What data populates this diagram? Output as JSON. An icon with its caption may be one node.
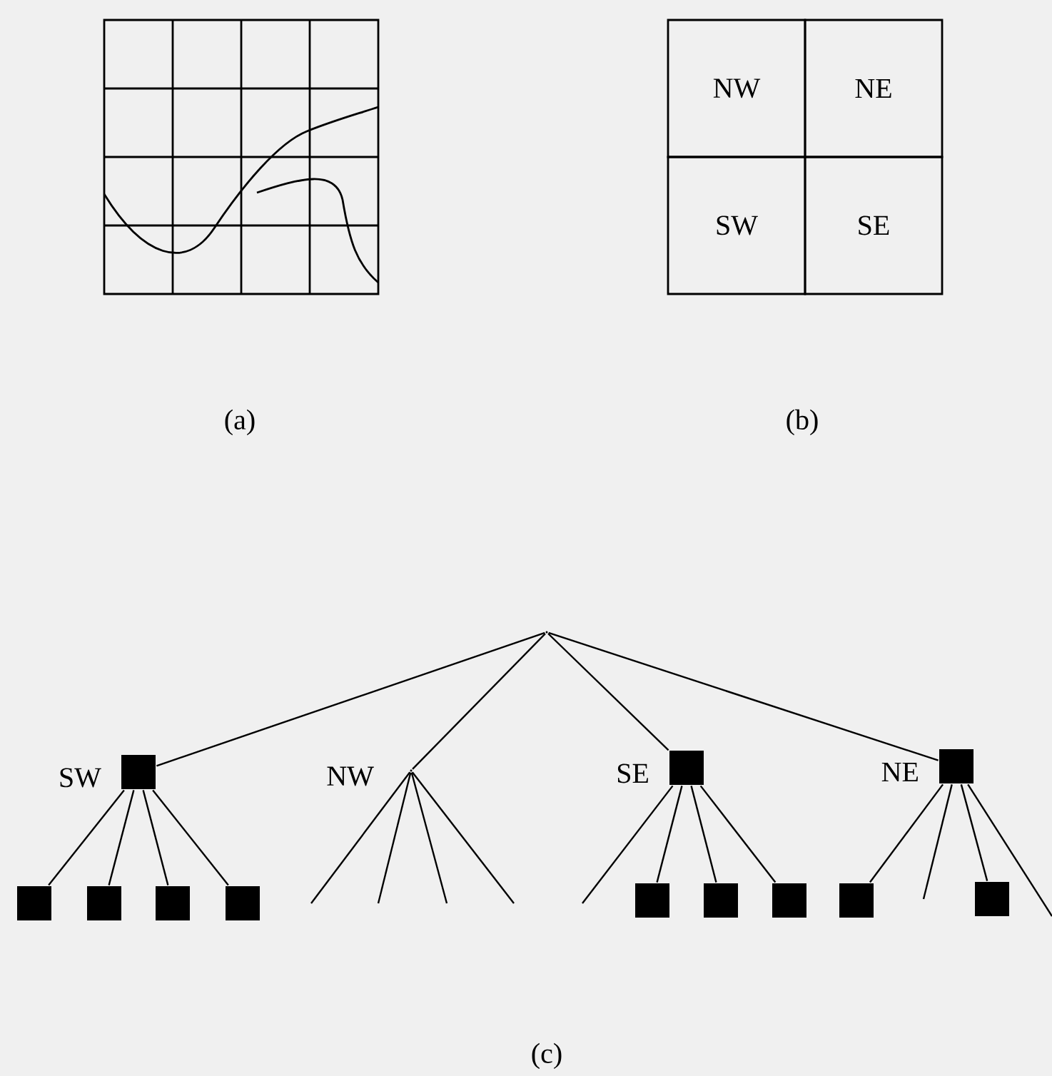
{
  "diagram": {
    "nodes": [
      {
        "text": [
          "NW"
        ]
      },
      {
        "text": [
          "NE"
        ]
      },
      {
        "text": [
          "SW"
        ]
      },
      {
        "text": [
          "SE"
        ]
      },
      {
        "text": [],
        "shape": "point"
      },
      {
        "text": [],
        "shape": "box",
        "beside": [
          "SW"
        ]
      },
      {
        "text": [],
        "shape": "point",
        "beside": [
          "NW"
        ]
      },
      {
        "text": [],
        "shape": "box",
        "beside": [
          "SE"
        ]
      },
      {
        "text": [],
        "shape": "box",
        "beside": [
          "NE"
        ]
      },
      {
        "text": [],
        "shape": "box"
      },
      {
        "text": [],
        "shape": "box"
      },
      {
        "text": [],
        "shape": "box"
      },
      {
        "text": [],
        "shape": "box"
      },
      {
        "text": [],
        "shape": "box"
      },
      {
        "text": [],
        "shape": "box"
      },
      {
        "text": [],
        "shape": "box"
      },
      {
        "text": [],
        "shape": "box"
      },
      {
        "text": [],
        "shape": "box"
      }
    ],
    "edges": [
      {
        "from": 4,
        "to": 5,
        "arrow": "none"
      },
      {
        "from": 4,
        "to": 6,
        "arrow": "none"
      },
      {
        "from": 4,
        "to": 7,
        "arrow": "none"
      },
      {
        "from": 4,
        "to": 8,
        "arrow": "none"
      },
      {
        "from": 5,
        "to": 9,
        "arrow": "none"
      },
      {
        "from": 5,
        "to": 10,
        "arrow": "none"
      },
      {
        "from": 5,
        "to": 11,
        "arrow": "none"
      },
      {
        "from": 5,
        "to": 12,
        "arrow": "none"
      },
      {
        "from": 6,
        "to": null,
        "arrow": "none"
      },
      {
        "from": 6,
        "to": null,
        "arrow": "none"
      },
      {
        "from": 6,
        "to": null,
        "arrow": "none"
      },
      {
        "from": 6,
        "to": null,
        "arrow": "none"
      },
      {
        "from": 7,
        "to": null,
        "arrow": "none"
      },
      {
        "from": 7,
        "to": 13,
        "arrow": "none"
      },
      {
        "from": 7,
        "to": 14,
        "arrow": "none"
      },
      {
        "from": 7,
        "to": 15,
        "arrow": "none"
      },
      {
        "from": 8,
        "to": 16,
        "arrow": "none"
      },
      {
        "from": 8,
        "to": null,
        "arrow": "none"
      },
      {
        "from": 8,
        "to": 17,
        "arrow": "none"
      },
      {
        "from": 8,
        "to": null,
        "arrow": "none"
      }
    ],
    "labels": [
      "(a)",
      "(b)",
      "(c)"
    ]
  }
}
